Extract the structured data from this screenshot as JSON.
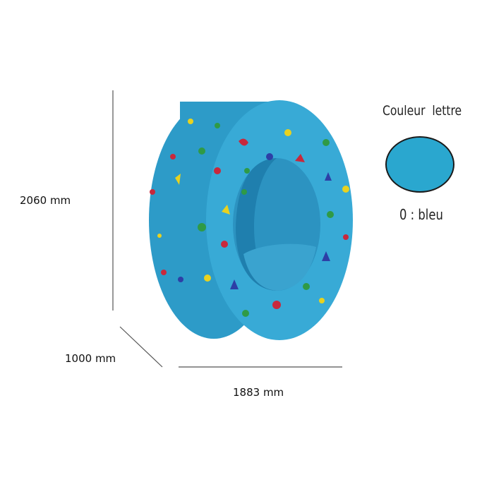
{
  "dimensions": {
    "height": "2060 mm",
    "depth": "1000 mm",
    "width": "1883 mm"
  },
  "legend": {
    "title": "Couleur  lettre",
    "value": "0 : bleu",
    "color": "#2aa7cf"
  },
  "product": {
    "body_color": "#34a8d4",
    "side_color": "#2b8fbd",
    "hold_colors": [
      "#e8d21f",
      "#c8283c",
      "#2f9a46",
      "#2d3fa6"
    ]
  }
}
